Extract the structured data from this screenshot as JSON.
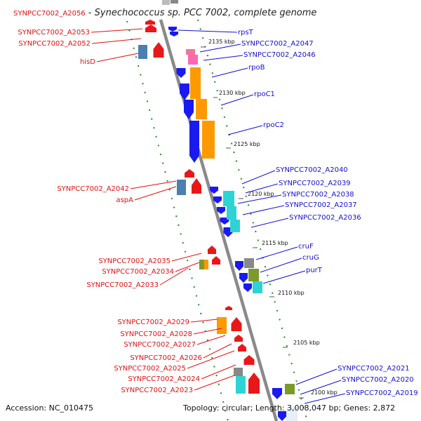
{
  "header": {
    "genome_code": "SYNPCC7002_A2056",
    "genome_name": "Synechococcus sp. PCC 7002, complete genome"
  },
  "footer": {
    "accession": "Accession: NC_010475",
    "topology": "Topology: circular; Length: 3,008,047 bp; Genes: 2,872"
  },
  "ticks": [
    "2135 kbp",
    "2130 kbp",
    "2125 kbp",
    "2120 kbp",
    "2115 kbp",
    "2110 kbp",
    "2105 kbp",
    "2100 kbp"
  ],
  "left_labels": [
    "SYNPCC7002_A2053",
    "SYNPCC7002_A2052",
    "hisD",
    "SYNPCC7002_A2042",
    "aspA",
    "SYNPCC7002_A2035",
    "SYNPCC7002_A2034",
    "SYNPCC7002_A2033",
    "SYNPCC7002_A2029",
    "SYNPCC7002_A2028",
    "SYNPCC7002_A2027",
    "SYNPCC7002_A2026",
    "SYNPCC7002_A2025",
    "SYNPCC7002_A2024",
    "SYNPCC7002_A2023"
  ],
  "right_labels": [
    "rpsT",
    "SYNPCC7002_A2047",
    "SYNPCC7002_A2046",
    "rpoB",
    "rpoC1",
    "rpoC2",
    "SYNPCC7002_A2040",
    "SYNPCC7002_A2039",
    "SYNPCC7002_A2038",
    "SYNPCC7002_A2037",
    "SYNPCC7002_A2036",
    "cruF",
    "cruG",
    "purT",
    "SYNPCC7002_A2021",
    "SYNPCC7002_A2020",
    "SYNPCC7002_A2019"
  ],
  "colors": {
    "forward_strand": "#e8181a",
    "reverse_strand": "#1a1af0",
    "label_forward": "#dd1111",
    "label_reverse": "#1111cc",
    "backbone": "#8a8a8a",
    "guide": "#228b22",
    "orange": "#ff9900",
    "cyan": "#2ed4d4",
    "steelblue": "#4a7fb0",
    "olive": "#7a9a2a",
    "gray": "#888888",
    "pink": "#ff66b3"
  }
}
